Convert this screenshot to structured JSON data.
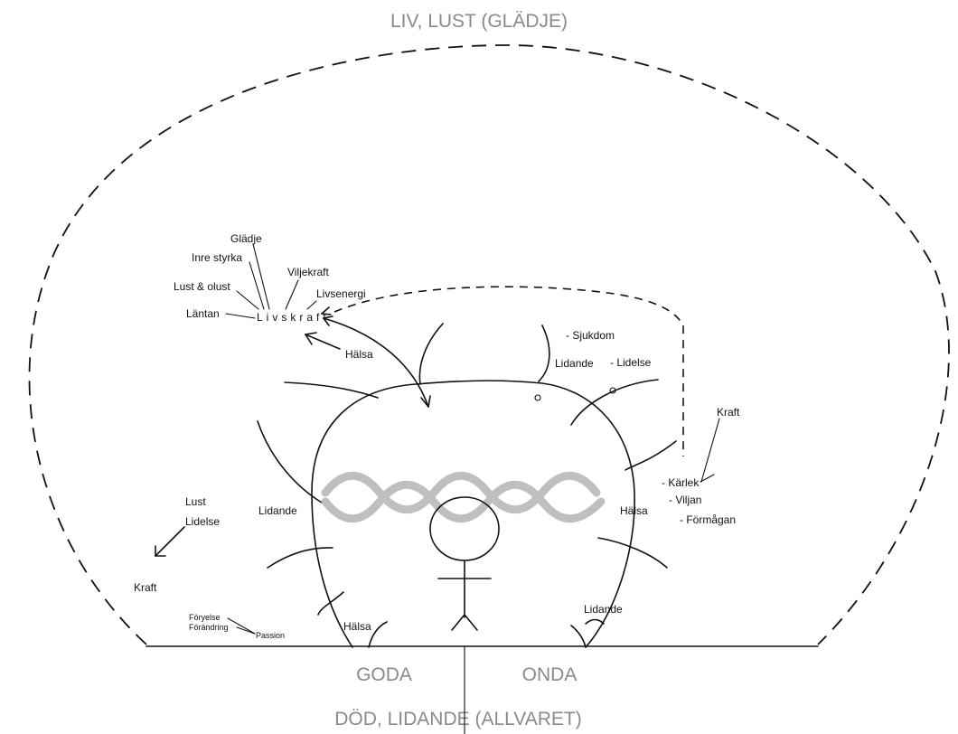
{
  "titles": {
    "top": "LIV, LUST (GLÄDJE)",
    "bottom": "DÖD, LIDANDE (ALLVARET)",
    "left": "GODA",
    "right": "ONDA"
  },
  "colors": {
    "title_gray": "#8a8a8a",
    "ink": "#111111",
    "helix": "#b4b4b4"
  },
  "livskraft": {
    "center": "Livskraft",
    "branches": {
      "gladje": "Glädje",
      "inre_styrka": "Inre styrka",
      "viljekraft": "Viljekraft",
      "lust_olust": "Lust & olust",
      "livsenergi": "Livsenergi",
      "lantan": "Läntan"
    },
    "halsa": "Hälsa"
  },
  "right_cluster": {
    "sjukdom": "- Sjukdom",
    "lidande": "Lidande",
    "lidelse": "- Lidelse",
    "kraft": "Kraft",
    "karlek": "- Kärlek",
    "viljan": "- Viljan",
    "formagan": "- Förmågan"
  },
  "body_labels": {
    "lidande_left": "Lidande",
    "halsa_right": "Hälsa",
    "lidande_bottom_right": "Lidande",
    "halsa_bottom": "Hälsa"
  },
  "left_cluster": {
    "lust": "Lust",
    "lidelse": "Lidelse",
    "kraft": "Kraft",
    "foryelse": "Föryelse",
    "forandring": "Förändring",
    "passion": "Passion"
  }
}
